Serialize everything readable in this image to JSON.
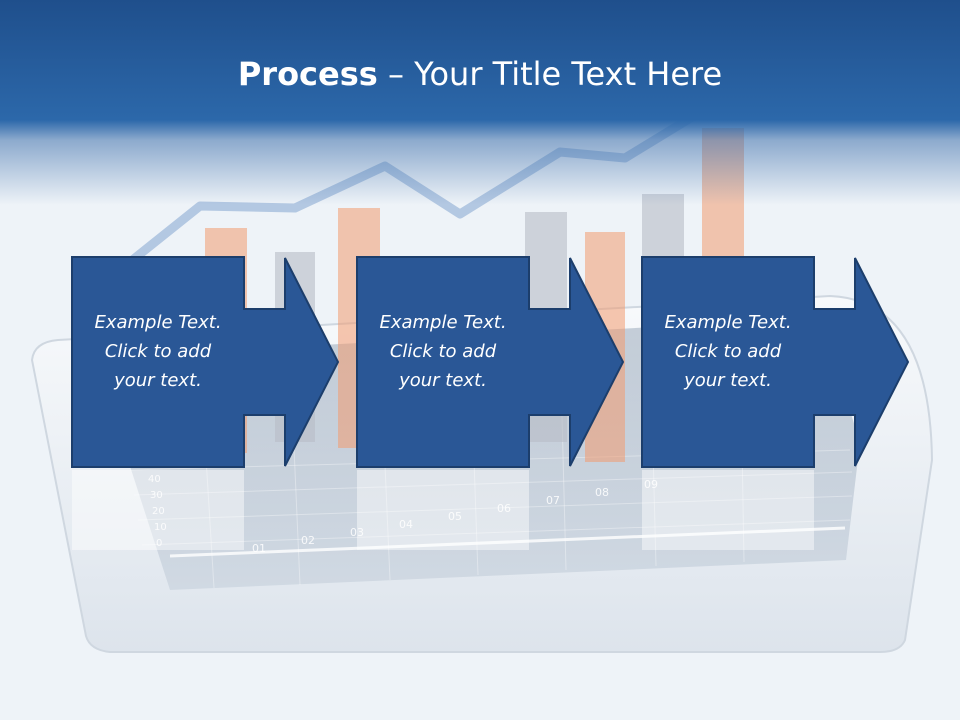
{
  "slide": {
    "title_bold": "Process",
    "title_rest": " – Your Title Text Here",
    "steps": [
      {
        "text": "Example Text.\nClick  to add\nyour text."
      },
      {
        "text": "Example Text.\nClick  to add\nyour text."
      },
      {
        "text": "Example Text.\nClick  to add\nyour text."
      }
    ],
    "background": {
      "axis_x_labels": [
        "01",
        "02",
        "03",
        "04",
        "05",
        "06",
        "07",
        "08",
        "09"
      ],
      "axis_y_labels": [
        "40",
        "30",
        "20",
        "10",
        "0"
      ]
    }
  },
  "colors": {
    "header": "#2c68aa",
    "box_fill": "#2a5796",
    "box_border": "#1c3e6c",
    "text": "#ffffff"
  }
}
